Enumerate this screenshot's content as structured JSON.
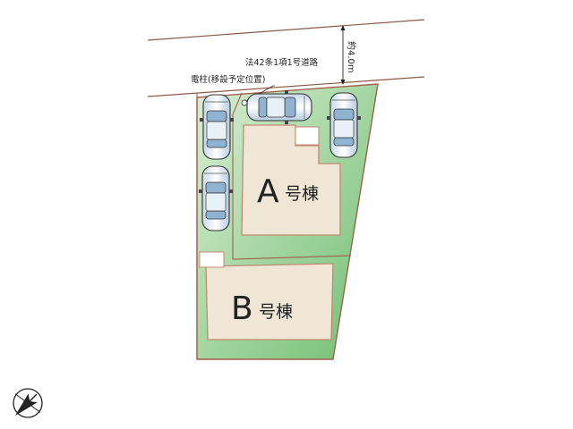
{
  "road": {
    "label": "法42条1項1号道路",
    "width_label": "約4.0m"
  },
  "pole": {
    "label": "電柱(移設予定位置)"
  },
  "buildings": [
    {
      "letter": "A",
      "suffix": "号棟"
    },
    {
      "letter": "B",
      "suffix": "号棟"
    }
  ],
  "parking": {
    "car_count": 4
  },
  "compass": {
    "icon": "north-arrow-icon"
  },
  "colors": {
    "lot_green": "#7cc37f",
    "lot_green_light": "#d7eed2",
    "lot_border": "#a0604a",
    "building_fill": "#efe6d6",
    "building_border": "#c08a70",
    "road_line": "#8b5a44"
  }
}
